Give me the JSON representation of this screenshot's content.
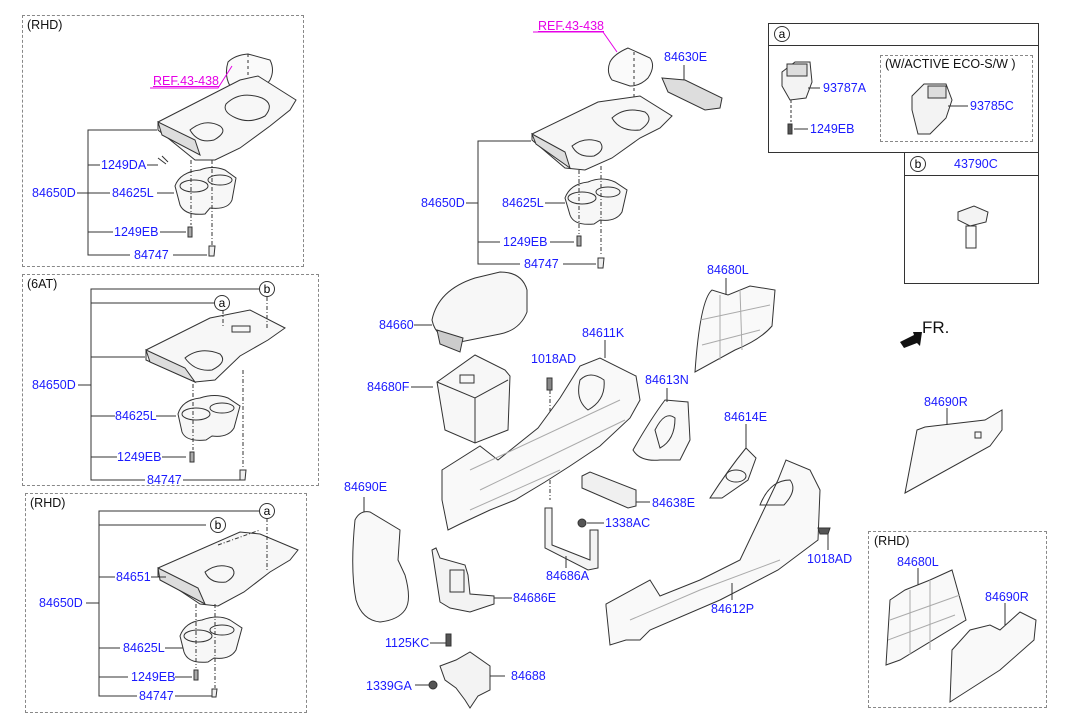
{
  "ref_label": "REF.43-438",
  "fr_label": "FR.",
  "panels": {
    "rhd_top": {
      "title": "(RHD)",
      "labels": {
        "assembly": "84650D",
        "bolt_da": "1249DA",
        "cup": "84625L",
        "bolt_eb": "1249EB",
        "clip": "84747"
      }
    },
    "six_at": {
      "title": "(6AT)",
      "callouts": [
        "a",
        "b"
      ],
      "labels": {
        "assembly": "84650D",
        "cup": "84625L",
        "bolt_eb": "1249EB",
        "clip": "84747"
      }
    },
    "rhd_bottom": {
      "title": "(RHD)",
      "callouts": [
        "a",
        "b"
      ],
      "labels": {
        "assembly": "84650D",
        "panel": "84651",
        "cup": "84625L",
        "bolt_eb": "1249EB",
        "clip": "84747"
      }
    },
    "inset_a": {
      "callout": "a",
      "switch_label": "93787A",
      "screw_label": "1249EB",
      "eco_title": "(W/ACTIVE ECO-S/W )",
      "eco_switch_label": "93785C"
    },
    "inset_b": {
      "callout": "b",
      "part_label": "43790C"
    },
    "rhd_right": {
      "title": "(RHD)",
      "labels": {
        "left_panel": "84680L",
        "right_panel": "84690R"
      }
    }
  },
  "main": {
    "labels": {
      "cover": "84630E",
      "assembly": "84650D",
      "cup": "84625L",
      "bolt_eb": "1249EB",
      "clip": "84747",
      "armrest": "84660",
      "console_box": "84680F",
      "bolt_top": "1018AD",
      "console_left": "84611K",
      "bracket_n": "84613N",
      "side_panel_l": "84680L",
      "bracket_e": "84614E",
      "rear_cover": "84690E",
      "cover_plate": "84638E",
      "nut": "1338AC",
      "bracket_a": "84686A",
      "bracket_e2": "84686E",
      "console_right": "84612P",
      "bolt_side": "1018AD",
      "bolt_kc": "1125KC",
      "bracket_88": "84688",
      "nut_ga": "1339GA",
      "side_panel_r": "84690R"
    }
  }
}
